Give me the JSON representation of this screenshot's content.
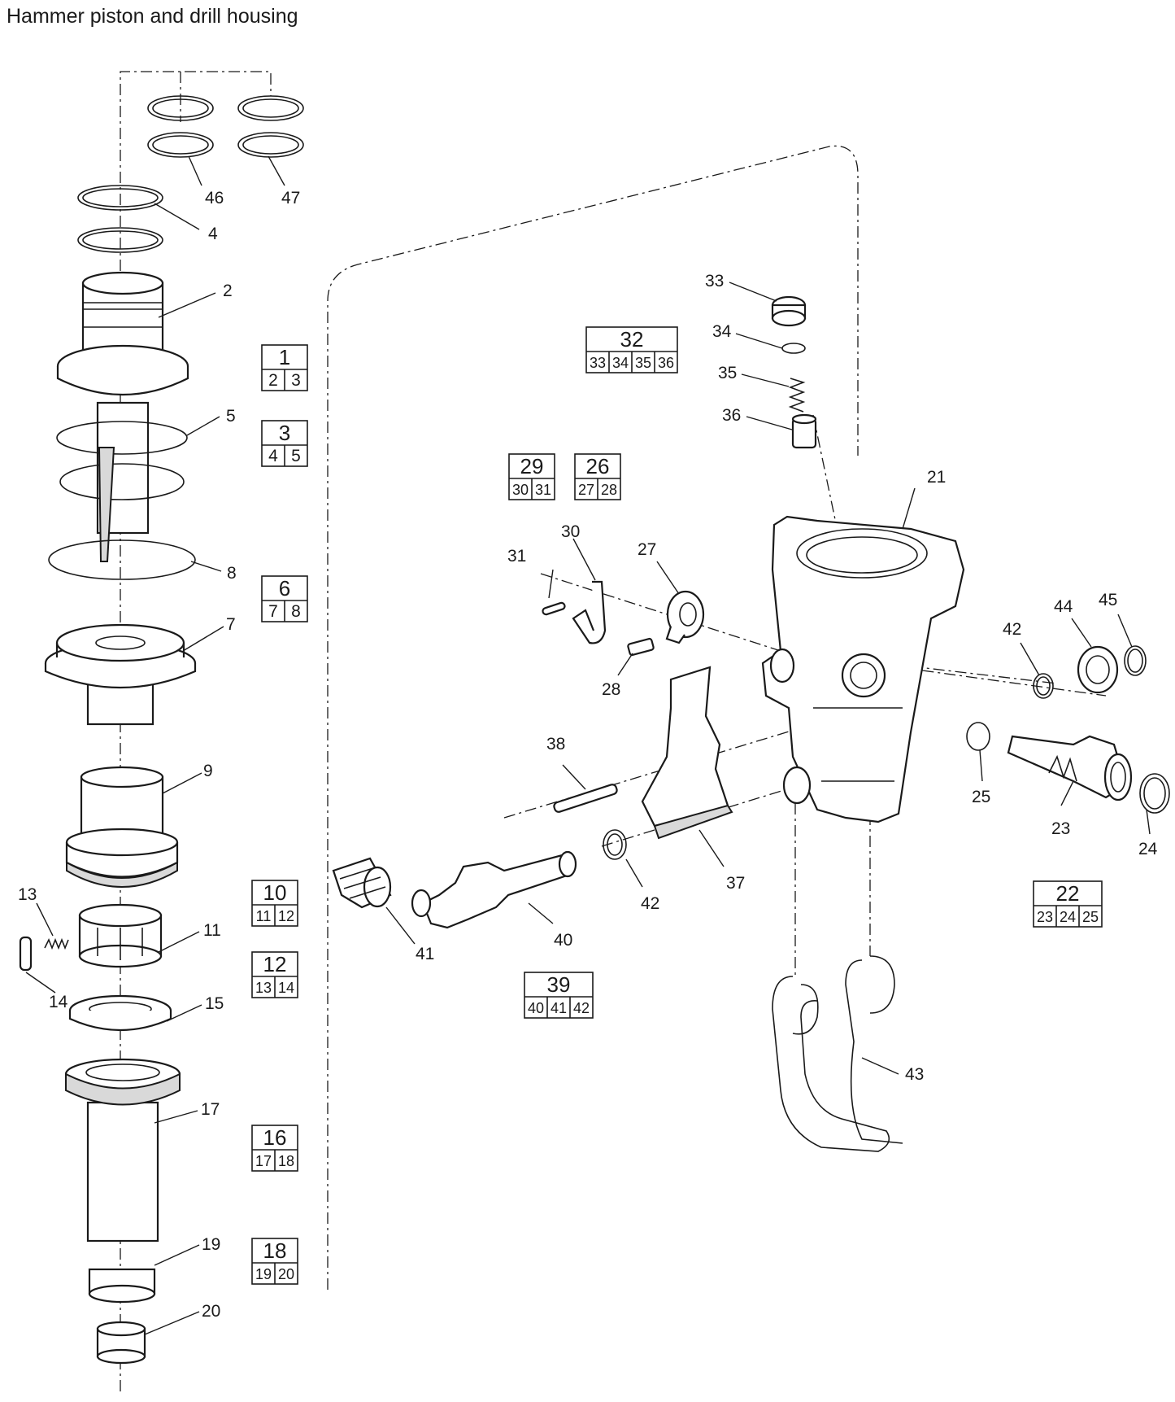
{
  "title": "Hammer piston and drill housing",
  "part_labels": [
    "46",
    "47",
    "4",
    "2",
    "5",
    "8",
    "7",
    "9",
    "13",
    "11",
    "14",
    "15",
    "17",
    "19",
    "20",
    "33",
    "34",
    "35",
    "36",
    "21",
    "31",
    "30",
    "27",
    "28",
    "42",
    "44",
    "45",
    "25",
    "23",
    "24",
    "38",
    "37",
    "40",
    "41",
    "42",
    "43"
  ],
  "kits": [
    {
      "main": "1",
      "subs": [
        "2",
        "3"
      ]
    },
    {
      "main": "3",
      "subs": [
        "4",
        "5"
      ]
    },
    {
      "main": "6",
      "subs": [
        "7",
        "8"
      ]
    },
    {
      "main": "10",
      "subs": [
        "11",
        "12"
      ]
    },
    {
      "main": "12",
      "subs": [
        "13",
        "14"
      ]
    },
    {
      "main": "16",
      "subs": [
        "17",
        "18"
      ]
    },
    {
      "main": "18",
      "subs": [
        "19",
        "20"
      ]
    },
    {
      "main": "32",
      "subs": [
        "33",
        "34",
        "35",
        "36"
      ]
    },
    {
      "main": "29",
      "subs": [
        "30",
        "31"
      ]
    },
    {
      "main": "26",
      "subs": [
        "27",
        "28"
      ]
    },
    {
      "main": "22",
      "subs": [
        "23",
        "24",
        "25"
      ]
    },
    {
      "main": "39",
      "subs": [
        "40",
        "41",
        "42"
      ]
    }
  ]
}
